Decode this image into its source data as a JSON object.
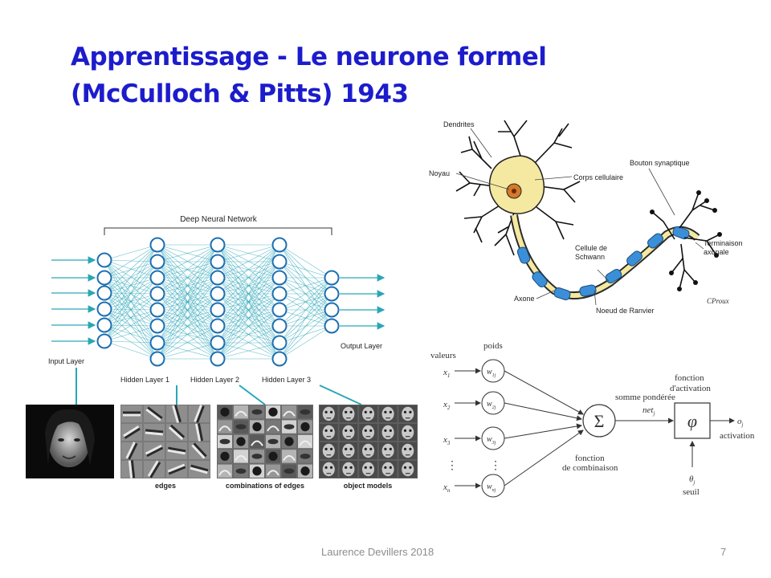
{
  "slide": {
    "title_line1": "Apprentissage - Le neurone formel",
    "title_line2": "(McCulloch & Pitts) 1943",
    "footer_author": "Laurence Devillers 2018",
    "page_number": "7"
  },
  "dnn": {
    "header": "Deep Neural Network",
    "input_layer": "Input Layer",
    "hidden1": "Hidden Layer 1",
    "hidden2": "Hidden Layer 2",
    "hidden3": "Hidden Layer 3",
    "output_layer": "Output Layer",
    "edges": "edges",
    "combinations": "combinations of edges",
    "object_models": "object models",
    "edge_color": "#2aa6b8"
  },
  "neuron": {
    "dendrites": "Dendrites",
    "noyau": "Noyau",
    "corps": "Corps cellulaire",
    "bouton": "Bouton synaptique",
    "schwann1": "Cellule de",
    "schwann2": "Schwann",
    "terminaison1": "Terminaison",
    "terminaison2": "axonale",
    "axone": "Axone",
    "ranvier": "Noeud de Ranvier",
    "signature": "CProux"
  },
  "formal": {
    "valeurs": "valeurs",
    "poids": "poids",
    "x1": "x",
    "x2": "x",
    "x3": "x",
    "xn": "x",
    "w1": "w",
    "w2": "w",
    "w3": "w",
    "wn": "w",
    "sigma": "Σ",
    "somme": "somme pondérée",
    "net": "net",
    "fonction_act1": "fonction",
    "fonction_act2": "d'activation",
    "phi": "φ",
    "oj": "o",
    "activation": "activation",
    "fonction_comb1": "fonction",
    "fonction_comb2": "de combinaison",
    "theta": "θ",
    "seuil": "seuil"
  }
}
